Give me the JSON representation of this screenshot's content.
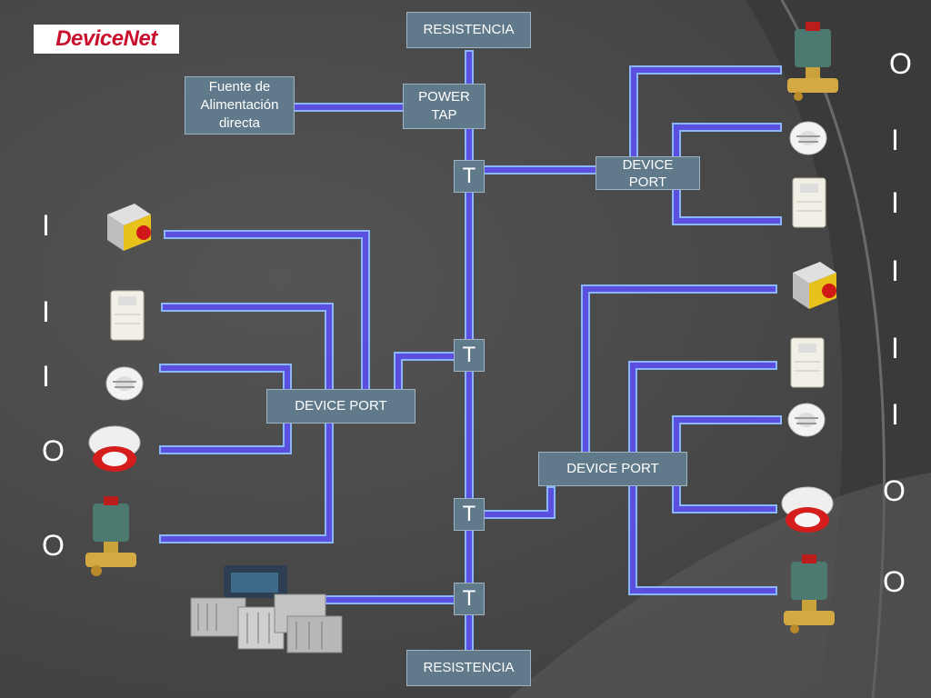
{
  "logo": {
    "text": "DeviceNet"
  },
  "boxes": {
    "resistencia_top": "RESISTENCIA",
    "resistencia_bottom": "RESISTENCIA",
    "fuente": "Fuente de\nAlimentación\ndirecta",
    "power_tap": "POWER\nTAP",
    "device_port_right_top": "DEVICE\nPORT",
    "device_port_left": "DEVICE PORT",
    "device_port_right": "DEVICE PORT"
  },
  "taps": {
    "t1": "T",
    "t2": "T",
    "t3": "T",
    "t4": "T"
  },
  "left_io": [
    "I",
    "I",
    "I",
    "O",
    "O"
  ],
  "right_io": [
    "O",
    "I",
    "I",
    "I",
    "I",
    "I",
    "O",
    "O"
  ],
  "colors": {
    "wire": "#5b4fe0",
    "wire_edge": "#8ab6ff",
    "box": "#607a8c",
    "logo_red": "#c8102e"
  }
}
